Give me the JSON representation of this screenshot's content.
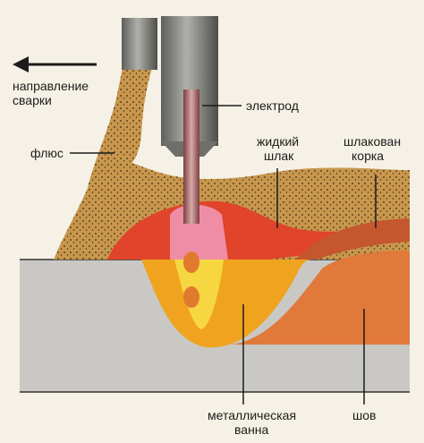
{
  "labels": {
    "direction_line1": "направление",
    "direction_line2": "сварки",
    "flux": "флюс",
    "electrode": "электрод",
    "liquid_slag_line1": "жидкий",
    "liquid_slag_line2": "шлак",
    "slag_crust_line1": "шлакован",
    "slag_crust_line2": "корка",
    "metal_pool_line1": "металлическая",
    "metal_pool_line2": "ванна",
    "seam": "шов"
  },
  "colors": {
    "background": "#f6f1e6",
    "base_metal": "#c9c8c4",
    "flux": "#c8974d",
    "liquid_slag": "#e0442a",
    "slag_crust": "#c5572f",
    "seam": "#e0793a",
    "metal_pool": "#f0a31e",
    "arc": "#f6d742",
    "holder_metal": "#8c8c88",
    "electrode": "#b87575"
  },
  "icons": {
    "direction": "left-arrow-icon"
  }
}
